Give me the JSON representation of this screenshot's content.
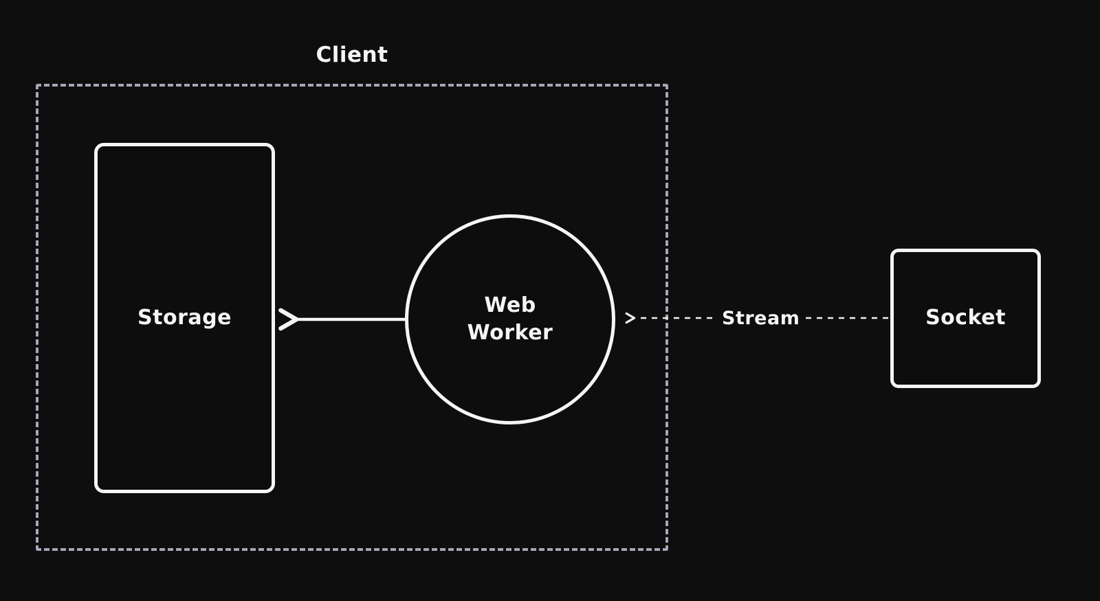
{
  "diagram": {
    "background_color": "#0e0e0e",
    "stroke_color": "#f5f5f5",
    "client": {
      "label": "Client",
      "border_color": "#a6a4ba",
      "border_style": "dashed"
    },
    "nodes": {
      "storage": {
        "label": "Storage",
        "shape": "rounded-rectangle"
      },
      "web_worker": {
        "label": "Web\nWorker",
        "shape": "circle"
      },
      "socket": {
        "label": "Socket",
        "shape": "rounded-square"
      }
    },
    "edges": {
      "worker_to_storage": {
        "from": "Web Worker",
        "to": "Storage",
        "style": "solid",
        "label": ""
      },
      "socket_to_worker": {
        "from": "Socket",
        "to": "Web Worker",
        "style": "dashed",
        "label": "Stream"
      }
    }
  }
}
